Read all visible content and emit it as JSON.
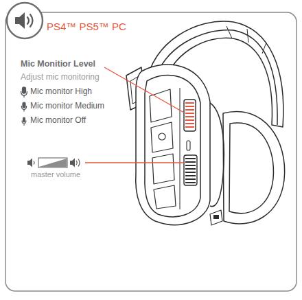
{
  "diagram": {
    "title": "PS4™ PS5™ PC",
    "labels": [
      "Mic Monitior Level",
      "Adjust mic monitoring",
      "Mic monitor High",
      "Mic monitor Medium",
      "Mic monitor Off",
      "master volume"
    ]
  }
}
